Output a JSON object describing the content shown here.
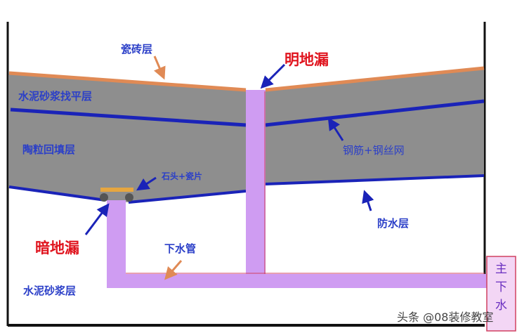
{
  "labels": {
    "tile_layer": "瓷砖层",
    "visible_drain": "明地漏",
    "leveling_layer": "水泥砂浆找平层",
    "rebar_mesh": "钢筋+钢丝网",
    "ceramsite_backfill": "陶粒回填层",
    "stone_tile": "石头+瓷片",
    "waterproof_layer": "防水层",
    "hidden_drain": "暗地漏",
    "drain_pipe": "下水管",
    "mortar_layer": "水泥砂浆层",
    "main_drain": [
      "主",
      "下",
      "水"
    ]
  },
  "watermark": "头条 @08装修教室",
  "colors": {
    "fill_gray": "#8e8e8e",
    "tile_orange": "#e08a55",
    "mesh_blue": "#1a23b8",
    "pipe_purple": "#cf9cf2",
    "label_blue": "#2b3fc8",
    "label_red": "#e0141e"
  }
}
